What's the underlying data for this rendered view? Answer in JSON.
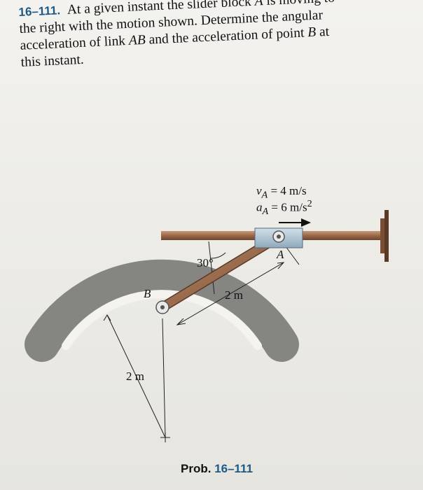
{
  "problem": {
    "number": "16–111.",
    "line1": "At a given instant the slider block",
    "line1_var": "A",
    "line1_end": "is moving to",
    "line2": "the right with the motion shown. Determine the angular",
    "line3_start": "acceleration of link",
    "line3_var": "AB",
    "line3_mid": "and the acceleration of point",
    "line3_var2": "B",
    "line3_end": "at",
    "line4": "this instant."
  },
  "figure": {
    "vA": "v",
    "vA_sub": "A",
    "vA_value": " = 4 m/s",
    "aA": "a",
    "aA_sub": "A",
    "aA_value": " = 6 m/s",
    "aA_exp": "2",
    "angle_label": "30°",
    "link_length": "2 m",
    "radius_label": "2 m",
    "point_A": "A",
    "point_B": "B"
  },
  "caption": {
    "prefix": "Prob.",
    "number": "16–111"
  },
  "colors": {
    "problem_number": "#1f5a86",
    "slot_gray": "#8a8a87",
    "rod_brown": "#8a5a3c",
    "slider_blue": "#a9c0d0"
  }
}
